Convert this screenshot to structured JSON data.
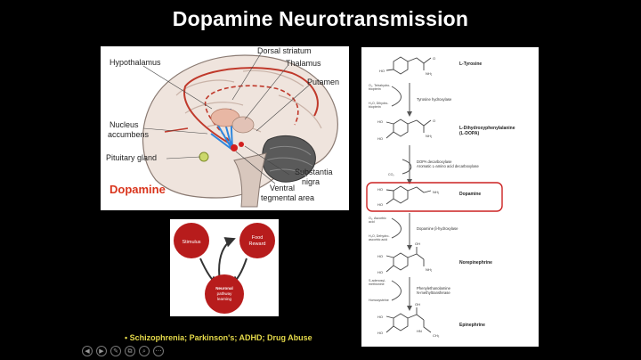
{
  "slide": {
    "title": "Dopamine Neurotransmission",
    "bullet": "• Schizophrenia; Parkinson's; ADHD; Drug Abuse"
  },
  "brain_diagram": {
    "labels": {
      "hypothalamus": "Hypothalamus",
      "dorsal_striatum": "Dorsal striatum",
      "thalamus": "Thalamus",
      "putamen": "Putamen",
      "nucleus": "Nucleus",
      "accumbens": "accumbens",
      "pituitary": "Pituitary gland",
      "substantia": "Substantia",
      "nigra": "nigra",
      "ventral": "Ventral",
      "tegmental": "tegmental area",
      "dopamine": "Dopamine"
    },
    "colors": {
      "pathway_red": "#c0392b",
      "pathway_blue": "#2e86de",
      "dopamine_label": "#d9341c"
    }
  },
  "reward_diagram": {
    "stimulus": "Stimulus",
    "food_1": "Food",
    "food_2": "Reward",
    "bottom_1": "Neuronal",
    "bottom_2": "pathway",
    "bottom_3": "learning",
    "node_color": "#b71c1c"
  },
  "pathway": {
    "tyrosine": "L-Tyrosine",
    "cof1a": "O₂, Tetrahydro-",
    "cof1b": "biopterin",
    "cof2a": "H₂O, Dihydro-",
    "cof2b": "biopterin",
    "enzyme1": "Tyrosine hydroxylase",
    "ldopa1": "L-Dihydroxyphenylalanine",
    "ldopa2": "(L-DOPA)",
    "enzyme2a": "DOPA decarboxylase",
    "enzyme2b": "Aromatic L-amino acid decarboxylase",
    "co2": "CO₂",
    "dopamine": "Dopamine",
    "cof3a": "O₂, Ascorbic",
    "cof3b": "acid",
    "cof4a": "H₂O, Dehydro-",
    "cof4b": "ascorbic acid",
    "enzyme3": "Dopamine β-hydroxylase",
    "norepinephrine": "Norepinephrine",
    "cof5a": "S-adenosyl-",
    "cof5b": "methionine",
    "cof6": "Homocysteine",
    "enzyme4a": "Phenylethanolamine",
    "enzyme4b": "N-methyltransferase",
    "epinephrine": "Epinephrine",
    "ho": "HO",
    "oh": "OH",
    "nh2": "NH₂",
    "o": "O",
    "hn": "HN",
    "ch3": "CH₃",
    "highlight_color": "#cc2222"
  },
  "controls": [
    "◀",
    "▶",
    "✎",
    "⧉",
    "⌕",
    "⋯"
  ]
}
